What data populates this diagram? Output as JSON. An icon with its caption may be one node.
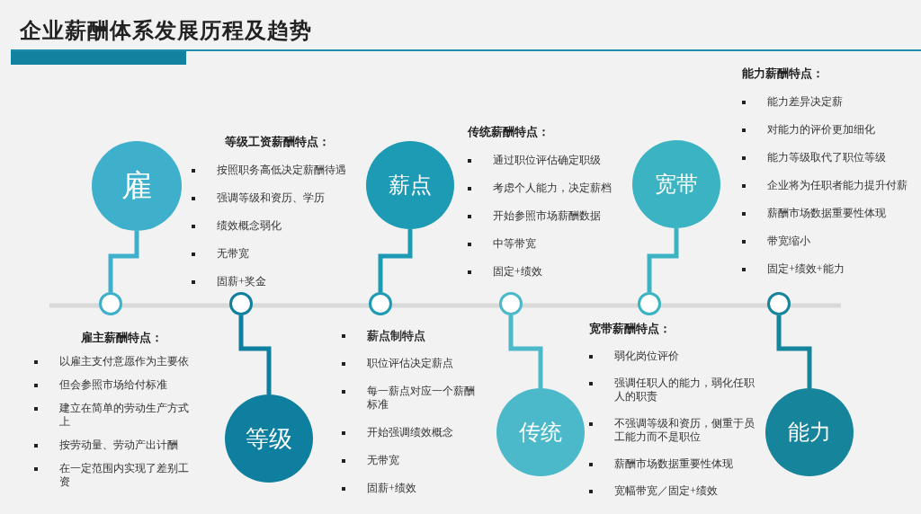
{
  "diagram": {
    "title": "企业薪酬体系发展历程及趋势",
    "nodes": [
      {
        "text": [
          "雇"
        ]
      },
      {
        "text": [
          "等级"
        ]
      },
      {
        "text": [
          "薪点"
        ]
      },
      {
        "text": [
          "传统"
        ]
      },
      {
        "text": [
          "宽带"
        ]
      },
      {
        "text": [
          "能力"
        ]
      },
      {
        "text": [],
        "shape": "circle"
      },
      {
        "text": [],
        "shape": "circle"
      },
      {
        "text": [],
        "shape": "circle"
      },
      {
        "text": [],
        "shape": "circle"
      },
      {
        "text": [],
        "shape": "circle"
      },
      {
        "text": [],
        "shape": "circle"
      }
    ],
    "edges": [
      {
        "from": 0,
        "to": 6,
        "arrow": "none",
        "color": "#3fb0cb"
      },
      {
        "from": 1,
        "to": 7,
        "arrow": "none",
        "color": "#0e7f9e"
      },
      {
        "from": 2,
        "to": 8,
        "arrow": "none",
        "color": "#1d9ab4"
      },
      {
        "from": 3,
        "to": 9,
        "arrow": "none",
        "color": "#4bb9c9"
      },
      {
        "from": 4,
        "to": 10,
        "arrow": "none",
        "color": "#3cb3c2"
      },
      {
        "from": 5,
        "to": 11,
        "arrow": "none",
        "color": "#16849a"
      }
    ],
    "labels": [
      "等级工资薪酬特点：",
      "按照职务高低决定薪酬待遇",
      "强调等级和资历、学历",
      "绩效概念弱化",
      "无带宽",
      "固薪+奖金",
      "传统薪酬特点：",
      "通过职位评估确定职级",
      "考虑个人能力，决定薪档",
      "开始参照市场薪酬数据",
      "中等带宽",
      "固定+绩效",
      "能力薪酬特点：",
      "能力差异决定薪",
      "对能力的评价更加细化",
      "能力等级取代了职位等级",
      "企业将为任职者能力提升付薪",
      "薪酬市场数据重要性体现",
      "带宽缩小",
      "固定+绩效+能力",
      "雇主薪酬特点：",
      "以雇主支付意愿作为主要依",
      "但会参照市场给付标准",
      "建立在简单的劳动生产方式上",
      "按劳动量、劳动产出计酬",
      "在一定范围内实现了差别工资",
      "薪点制特点",
      "职位评估决定薪点",
      "每一薪点对应一个薪酬标准",
      "开始强调绩效概念",
      "无带宽",
      "固薪+绩效",
      "宽带薪酬特点：",
      "弱化岗位评价",
      "强调任职人的能力，弱化任职人的职责",
      "不强调等级和资历，侧重于员工能力而不是职位",
      "薪酬市场数据重要性体现",
      "宽幅带宽／固定+绩效"
    ]
  }
}
